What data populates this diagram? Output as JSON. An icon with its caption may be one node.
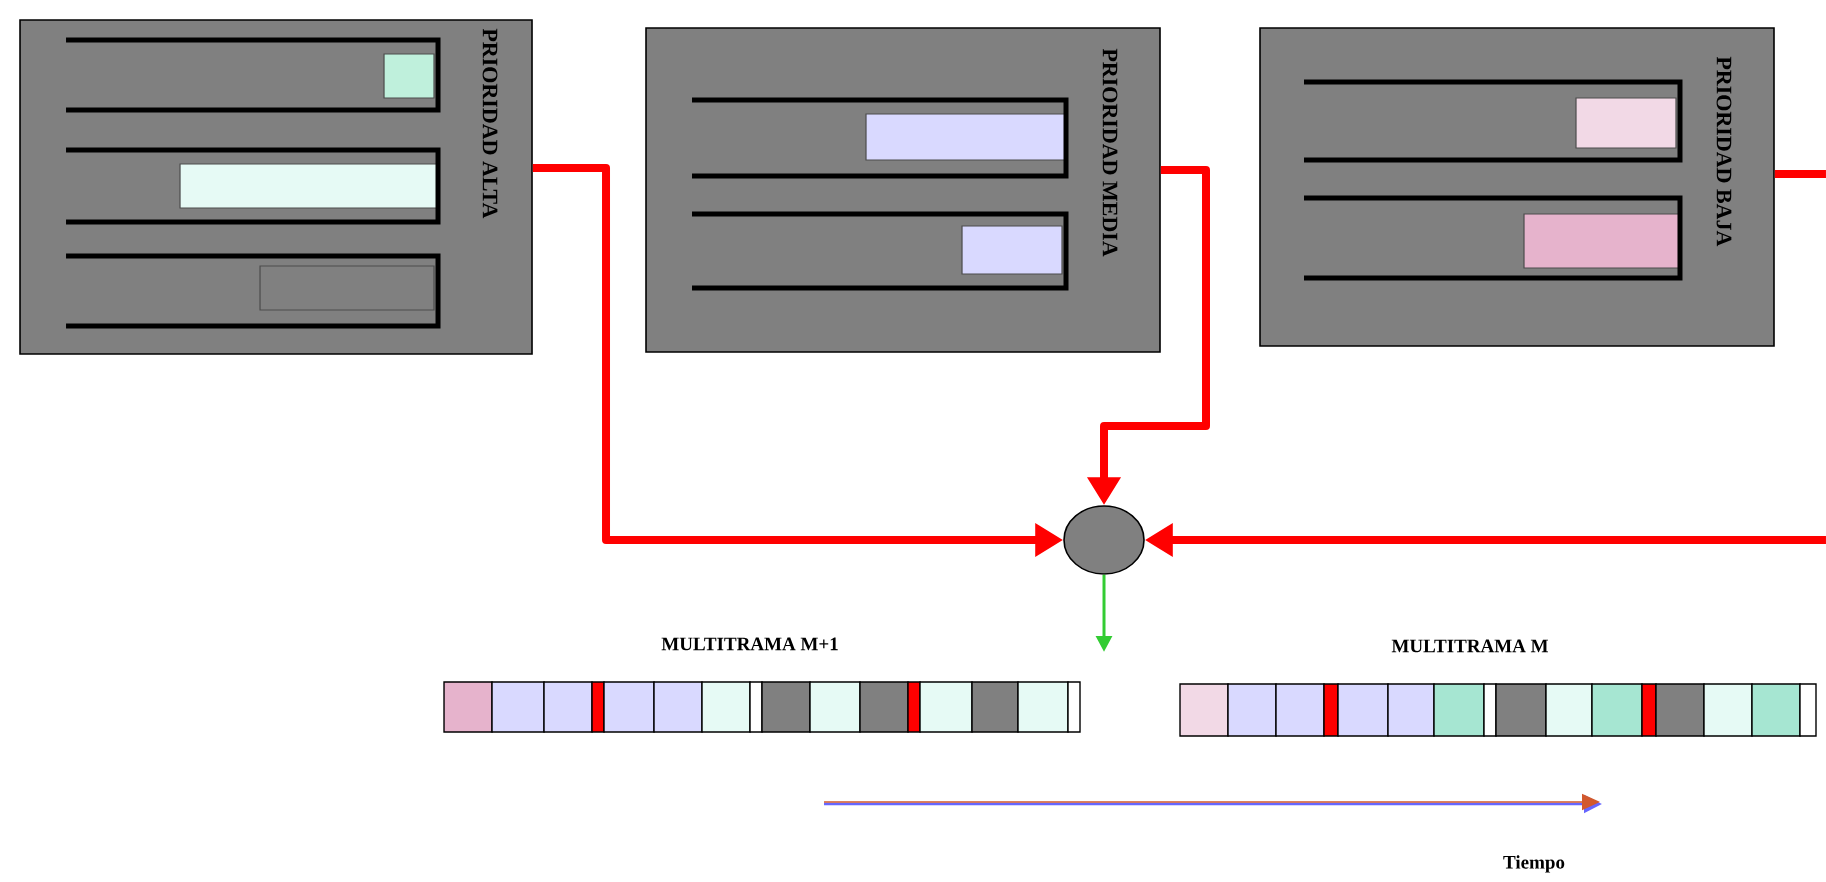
{
  "diagram": {
    "nodes": [
      {
        "text": [
          "PRIORIDAD ALTA"
        ]
      },
      {
        "text": [
          "PRIORIDAD MEDIA"
        ]
      },
      {
        "text": [
          "PRIORIDAD BAJA"
        ]
      },
      {
        "text": [],
        "shape": "circle"
      },
      {
        "text": [
          "MULTITRAMA M+1"
        ]
      },
      {
        "text": [
          "MULTITRAMA M"
        ]
      }
    ],
    "edges": [
      {
        "from": 0,
        "to": 3,
        "arrow": "to"
      },
      {
        "from": 1,
        "to": 3,
        "arrow": "to"
      },
      {
        "from": 2,
        "to": 3,
        "arrow": "to"
      },
      {
        "from": 3,
        "to": 4,
        "arrow": "to",
        "color": "#33cc33"
      }
    ],
    "labels": [
      "Tiempo"
    ]
  }
}
